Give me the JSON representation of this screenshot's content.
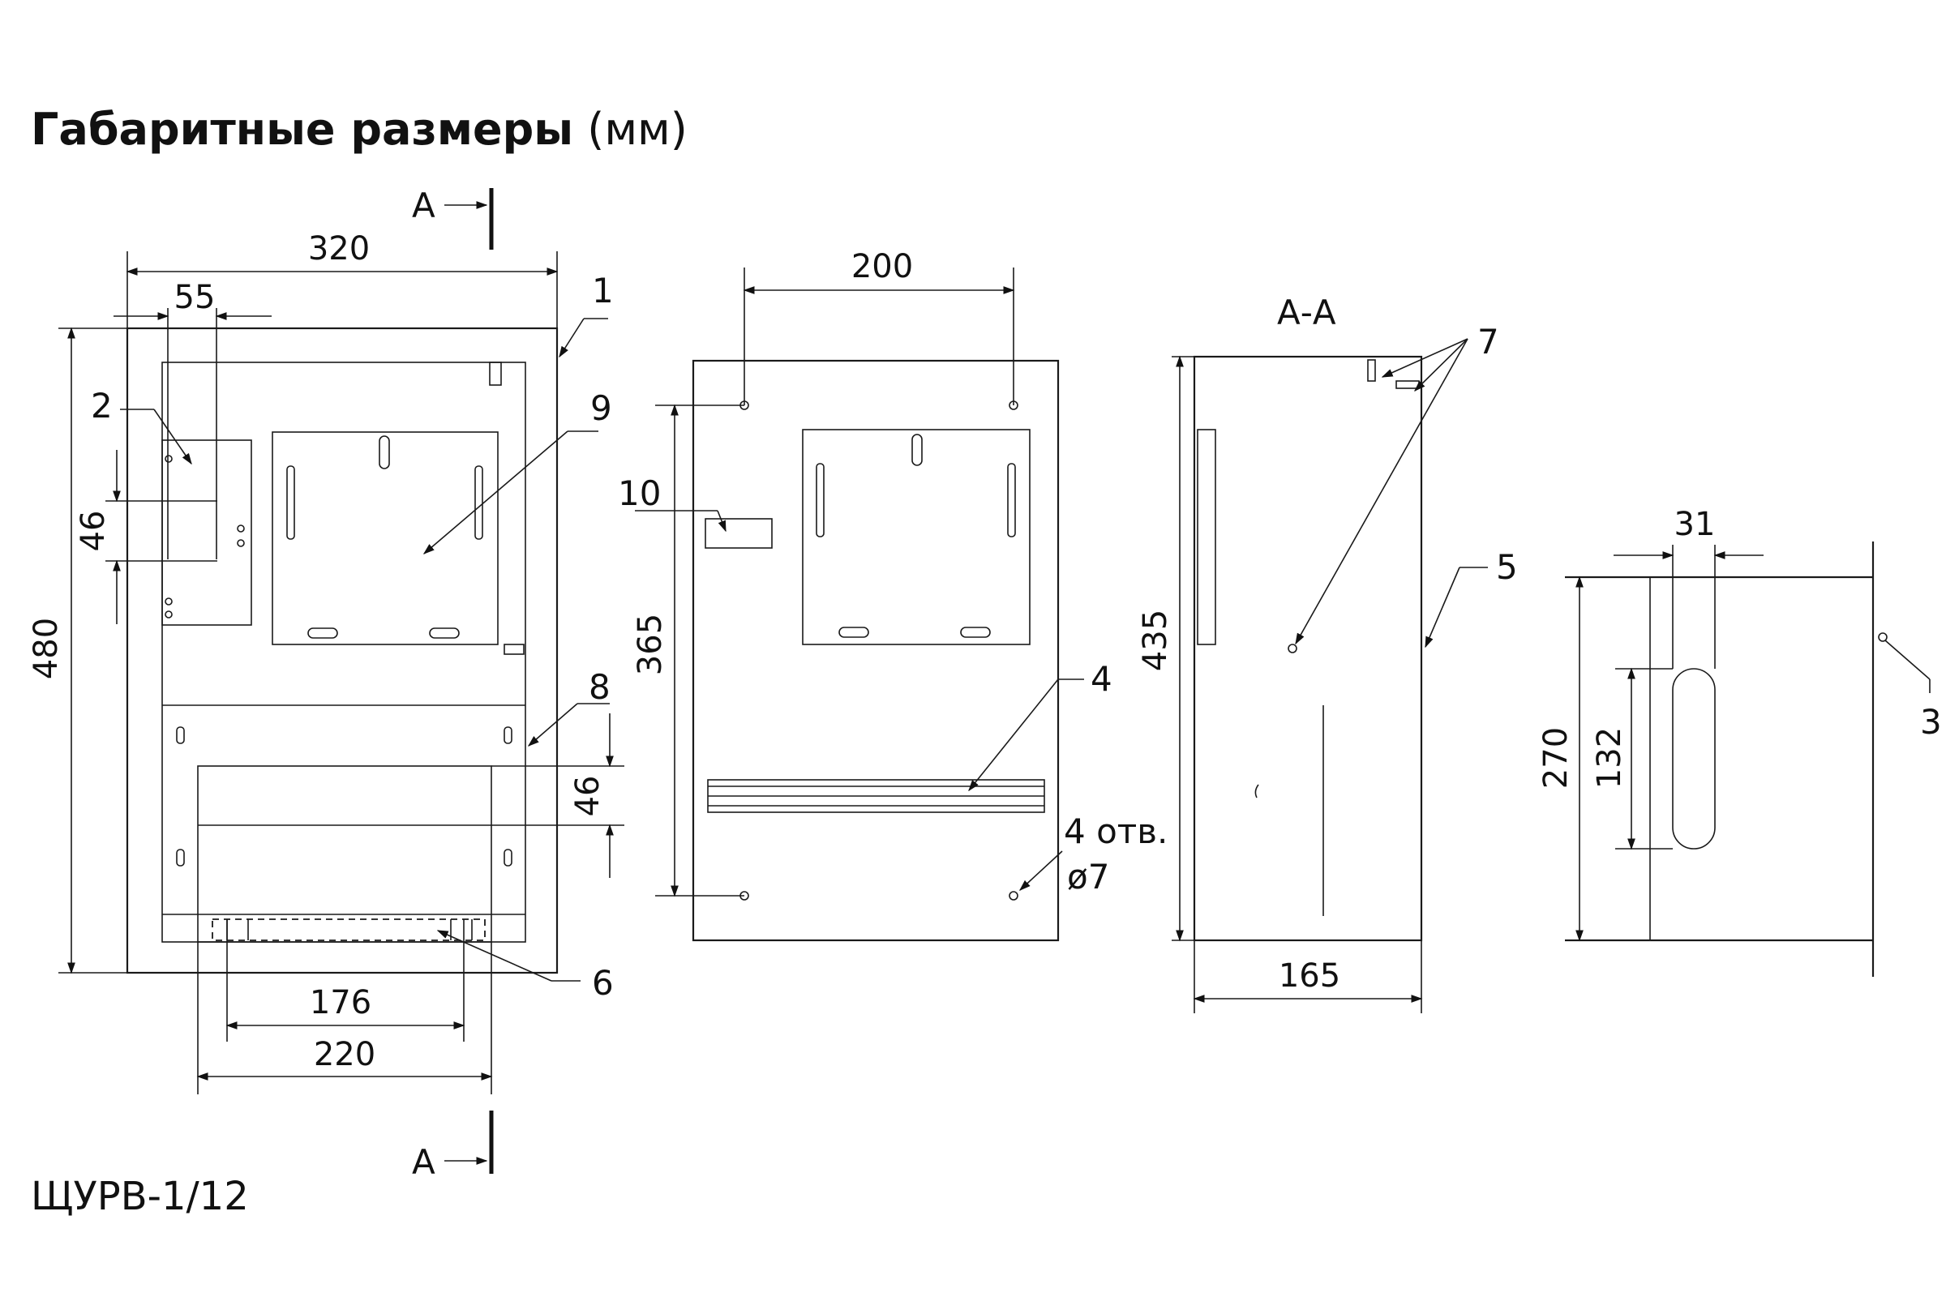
{
  "title": {
    "main": "Габаритные размеры",
    "unit": "(мм)"
  },
  "model": "ЩУРВ-1/12",
  "section_marks": {
    "cut": "А",
    "view": "А-А"
  },
  "dimensions": {
    "front_width": "320",
    "front_offset": "55",
    "front_height": "480",
    "module_height": "46",
    "lower_gap": "46",
    "inner_176": "176",
    "inner_220": "220",
    "back_hole_spacing_x": "200",
    "back_hole_spacing_y": "365",
    "side_height": "435",
    "side_depth": "165",
    "slot_width": "31",
    "slot_length": "132",
    "slot_height": "270"
  },
  "holes_note": {
    "line1": "4 отв.",
    "line2": "ø7"
  },
  "callouts": {
    "c1": "1",
    "c2": "2",
    "c3": "3",
    "c4": "4",
    "c5": "5",
    "c6": "6",
    "c7": "7",
    "c8": "8",
    "c9": "9",
    "c10": "10"
  }
}
